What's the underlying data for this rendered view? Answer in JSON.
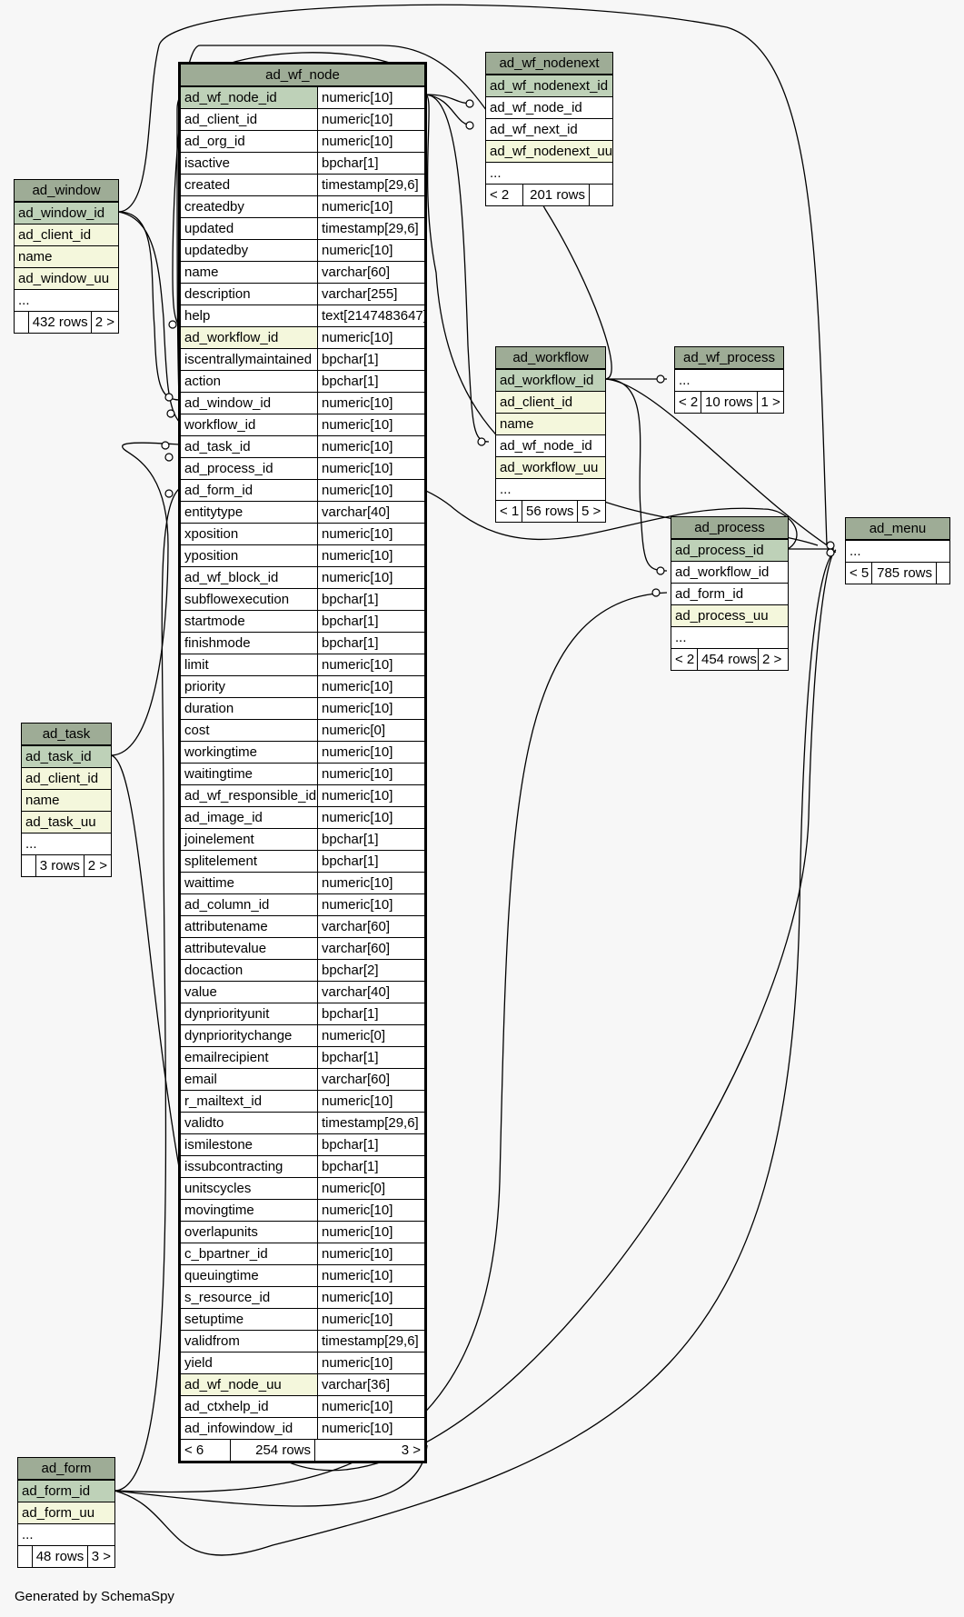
{
  "ad_wf_node": {
    "title": "ad_wf_node",
    "columns": [
      {
        "name": "ad_wf_node_id",
        "type": "numeric[10]",
        "kind": "pk"
      },
      {
        "name": "ad_client_id",
        "type": "numeric[10]",
        "kind": "plain"
      },
      {
        "name": "ad_org_id",
        "type": "numeric[10]",
        "kind": "plain"
      },
      {
        "name": "isactive",
        "type": "bpchar[1]",
        "kind": "plain"
      },
      {
        "name": "created",
        "type": "timestamp[29,6]",
        "kind": "plain"
      },
      {
        "name": "createdby",
        "type": "numeric[10]",
        "kind": "plain"
      },
      {
        "name": "updated",
        "type": "timestamp[29,6]",
        "kind": "plain"
      },
      {
        "name": "updatedby",
        "type": "numeric[10]",
        "kind": "plain"
      },
      {
        "name": "name",
        "type": "varchar[60]",
        "kind": "plain"
      },
      {
        "name": "description",
        "type": "varchar[255]",
        "kind": "plain"
      },
      {
        "name": "help",
        "type": "text[2147483647]",
        "kind": "plain"
      },
      {
        "name": "ad_workflow_id",
        "type": "numeric[10]",
        "kind": "fk"
      },
      {
        "name": "iscentrallymaintained",
        "type": "bpchar[1]",
        "kind": "plain"
      },
      {
        "name": "action",
        "type": "bpchar[1]",
        "kind": "plain"
      },
      {
        "name": "ad_window_id",
        "type": "numeric[10]",
        "kind": "plain"
      },
      {
        "name": "workflow_id",
        "type": "numeric[10]",
        "kind": "plain"
      },
      {
        "name": "ad_task_id",
        "type": "numeric[10]",
        "kind": "plain"
      },
      {
        "name": "ad_process_id",
        "type": "numeric[10]",
        "kind": "plain"
      },
      {
        "name": "ad_form_id",
        "type": "numeric[10]",
        "kind": "plain"
      },
      {
        "name": "entitytype",
        "type": "varchar[40]",
        "kind": "plain"
      },
      {
        "name": "xposition",
        "type": "numeric[10]",
        "kind": "plain"
      },
      {
        "name": "yposition",
        "type": "numeric[10]",
        "kind": "plain"
      },
      {
        "name": "ad_wf_block_id",
        "type": "numeric[10]",
        "kind": "plain"
      },
      {
        "name": "subflowexecution",
        "type": "bpchar[1]",
        "kind": "plain"
      },
      {
        "name": "startmode",
        "type": "bpchar[1]",
        "kind": "plain"
      },
      {
        "name": "finishmode",
        "type": "bpchar[1]",
        "kind": "plain"
      },
      {
        "name": "limit",
        "type": "numeric[10]",
        "kind": "plain"
      },
      {
        "name": "priority",
        "type": "numeric[10]",
        "kind": "plain"
      },
      {
        "name": "duration",
        "type": "numeric[10]",
        "kind": "plain"
      },
      {
        "name": "cost",
        "type": "numeric[0]",
        "kind": "plain"
      },
      {
        "name": "workingtime",
        "type": "numeric[10]",
        "kind": "plain"
      },
      {
        "name": "waitingtime",
        "type": "numeric[10]",
        "kind": "plain"
      },
      {
        "name": "ad_wf_responsible_id",
        "type": "numeric[10]",
        "kind": "plain"
      },
      {
        "name": "ad_image_id",
        "type": "numeric[10]",
        "kind": "plain"
      },
      {
        "name": "joinelement",
        "type": "bpchar[1]",
        "kind": "plain"
      },
      {
        "name": "splitelement",
        "type": "bpchar[1]",
        "kind": "plain"
      },
      {
        "name": "waittime",
        "type": "numeric[10]",
        "kind": "plain"
      },
      {
        "name": "ad_column_id",
        "type": "numeric[10]",
        "kind": "plain"
      },
      {
        "name": "attributename",
        "type": "varchar[60]",
        "kind": "plain"
      },
      {
        "name": "attributevalue",
        "type": "varchar[60]",
        "kind": "plain"
      },
      {
        "name": "docaction",
        "type": "bpchar[2]",
        "kind": "plain"
      },
      {
        "name": "value",
        "type": "varchar[40]",
        "kind": "plain"
      },
      {
        "name": "dynpriorityunit",
        "type": "bpchar[1]",
        "kind": "plain"
      },
      {
        "name": "dynprioritychange",
        "type": "numeric[0]",
        "kind": "plain"
      },
      {
        "name": "emailrecipient",
        "type": "bpchar[1]",
        "kind": "plain"
      },
      {
        "name": "email",
        "type": "varchar[60]",
        "kind": "plain"
      },
      {
        "name": "r_mailtext_id",
        "type": "numeric[10]",
        "kind": "plain"
      },
      {
        "name": "validto",
        "type": "timestamp[29,6]",
        "kind": "plain"
      },
      {
        "name": "ismilestone",
        "type": "bpchar[1]",
        "kind": "plain"
      },
      {
        "name": "issubcontracting",
        "type": "bpchar[1]",
        "kind": "plain"
      },
      {
        "name": "unitscycles",
        "type": "numeric[0]",
        "kind": "plain"
      },
      {
        "name": "movingtime",
        "type": "numeric[10]",
        "kind": "plain"
      },
      {
        "name": "overlapunits",
        "type": "numeric[10]",
        "kind": "plain"
      },
      {
        "name": "c_bpartner_id",
        "type": "numeric[10]",
        "kind": "plain"
      },
      {
        "name": "queuingtime",
        "type": "numeric[10]",
        "kind": "plain"
      },
      {
        "name": "s_resource_id",
        "type": "numeric[10]",
        "kind": "plain"
      },
      {
        "name": "setuptime",
        "type": "numeric[10]",
        "kind": "plain"
      },
      {
        "name": "validfrom",
        "type": "timestamp[29,6]",
        "kind": "plain"
      },
      {
        "name": "yield",
        "type": "numeric[10]",
        "kind": "plain"
      },
      {
        "name": "ad_wf_node_uu",
        "type": "varchar[36]",
        "kind": "fk"
      },
      {
        "name": "ad_ctxhelp_id",
        "type": "numeric[10]",
        "kind": "plain"
      },
      {
        "name": "ad_infowindow_id",
        "type": "numeric[10]",
        "kind": "plain"
      }
    ],
    "footer": [
      "< 6",
      "254 rows",
      "3 >"
    ]
  },
  "ad_wf_nodenext": {
    "title": "ad_wf_nodenext",
    "rows": [
      {
        "name": "ad_wf_nodenext_id",
        "kind": "pk"
      },
      {
        "name": "ad_wf_node_id",
        "kind": "plain"
      },
      {
        "name": "ad_wf_next_id",
        "kind": "plain"
      },
      {
        "name": "ad_wf_nodenext_uu",
        "kind": "fk"
      },
      {
        "name": "...",
        "kind": "plain"
      }
    ],
    "footer": [
      "< 2",
      "201 rows",
      ""
    ]
  },
  "ad_window": {
    "title": "ad_window",
    "rows": [
      {
        "name": "ad_window_id",
        "kind": "pk"
      },
      {
        "name": "ad_client_id",
        "kind": "fk"
      },
      {
        "name": "name",
        "kind": "fk"
      },
      {
        "name": "ad_window_uu",
        "kind": "fk"
      },
      {
        "name": "...",
        "kind": "plain"
      }
    ],
    "footer": [
      "",
      "432 rows",
      "2 >"
    ]
  },
  "ad_workflow": {
    "title": "ad_workflow",
    "rows": [
      {
        "name": "ad_workflow_id",
        "kind": "pk"
      },
      {
        "name": "ad_client_id",
        "kind": "fk"
      },
      {
        "name": "name",
        "kind": "fk"
      },
      {
        "name": "ad_wf_node_id",
        "kind": "plain"
      },
      {
        "name": "ad_workflow_uu",
        "kind": "fk"
      },
      {
        "name": "...",
        "kind": "plain"
      }
    ],
    "footer": [
      "< 1",
      "56 rows",
      "5 >"
    ]
  },
  "ad_wf_process": {
    "title": "ad_wf_process",
    "rows": [
      {
        "name": "...",
        "kind": "plain"
      }
    ],
    "footer": [
      "< 2",
      "10 rows",
      "1 >"
    ]
  },
  "ad_process": {
    "title": "ad_process",
    "rows": [
      {
        "name": "ad_process_id",
        "kind": "pk"
      },
      {
        "name": "ad_workflow_id",
        "kind": "plain"
      },
      {
        "name": "ad_form_id",
        "kind": "plain"
      },
      {
        "name": "ad_process_uu",
        "kind": "fk"
      },
      {
        "name": "...",
        "kind": "plain"
      }
    ],
    "footer": [
      "< 2",
      "454 rows",
      "2 >"
    ]
  },
  "ad_menu": {
    "title": "ad_menu",
    "rows": [
      {
        "name": "...",
        "kind": "plain"
      }
    ],
    "footer": [
      "< 5",
      "785 rows",
      ""
    ]
  },
  "ad_task": {
    "title": "ad_task",
    "rows": [
      {
        "name": "ad_task_id",
        "kind": "pk"
      },
      {
        "name": "ad_client_id",
        "kind": "fk"
      },
      {
        "name": "name",
        "kind": "fk"
      },
      {
        "name": "ad_task_uu",
        "kind": "fk"
      },
      {
        "name": "...",
        "kind": "plain"
      }
    ],
    "footer": [
      "",
      "3 rows",
      "2 >"
    ]
  },
  "ad_form": {
    "title": "ad_form",
    "rows": [
      {
        "name": "ad_form_id",
        "kind": "pk"
      },
      {
        "name": "ad_form_uu",
        "kind": "fk"
      },
      {
        "name": "...",
        "kind": "plain"
      }
    ],
    "footer": [
      "",
      "48 rows",
      "3 >"
    ]
  },
  "generated_by": "Generated by SchemaSpy",
  "colors": {
    "header": "#9eac96",
    "primary_key": "#bed1b8",
    "indexed": "#f4f7dc",
    "background": "#f7f7f7"
  }
}
